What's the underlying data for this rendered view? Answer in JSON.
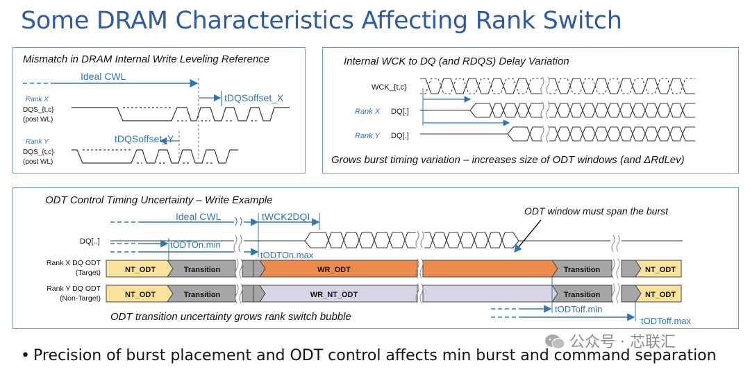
{
  "title": "Some DRAM Characteristics Affecting Rank Switch",
  "panel1": {
    "heading": "Mismatch in DRAM Internal Write Leveling Reference",
    "ideal_cwl": "Ideal CWL",
    "rank_x": "Rank X",
    "rank_y": "Rank Y",
    "dqs_line1": "DQS_{t,c}",
    "dqs_line2": "(post WL)",
    "offset_x": "tDQSoffset_X",
    "offset_y": "tDQSoffset_Y"
  },
  "panel2": {
    "heading": "Internal WCK to DQ (and RDQS) Delay Variation",
    "wck": "WCK_{t,c}",
    "rank_x": "Rank X",
    "rank_y": "Rank Y",
    "dq": "DQ[.]",
    "caption": "Grows burst timing variation – increases size of ODT windows (and ΔRdLev)"
  },
  "panel3": {
    "heading": "ODT Control Timing Uncertainty – Write Example",
    "ideal_cwl": "Ideal CWL",
    "twck2dqi": "tWCK2DQI",
    "odt_window_note": "ODT window must span the burst",
    "dq": "DQ[..]",
    "todton_min": "tODTOn.min",
    "todton_max": "tODTOn.max",
    "rowx_line1": "Rank X DQ ODT",
    "rowx_line2": "(Target)",
    "rowy_line1": "Rank Y DQ ODT",
    "rowy_line2": "(Non-Target)",
    "nt_odt": "NT_ODT",
    "transition": "Transition",
    "wr_odt": "WR_ODT",
    "wr_nt_odt": "WR_NT_ODT",
    "todtoff_min": "tODToff.min",
    "todtoff_max": "tODToff.max",
    "caption": "ODT transition uncertainty grows rank switch bubble"
  },
  "bullet": "Precision of burst placement and ODT control affects min burst and command separation",
  "watermark": "公众号 · 芯联汇",
  "colors": {
    "title": "#2e5aa8",
    "arrow": "#2e75b6",
    "nt_odt": "#fbe29a",
    "transition": "#a6a6a6",
    "wr_odt": "#ed8b4d",
    "wr_nt_odt": "#d9d3e6"
  }
}
